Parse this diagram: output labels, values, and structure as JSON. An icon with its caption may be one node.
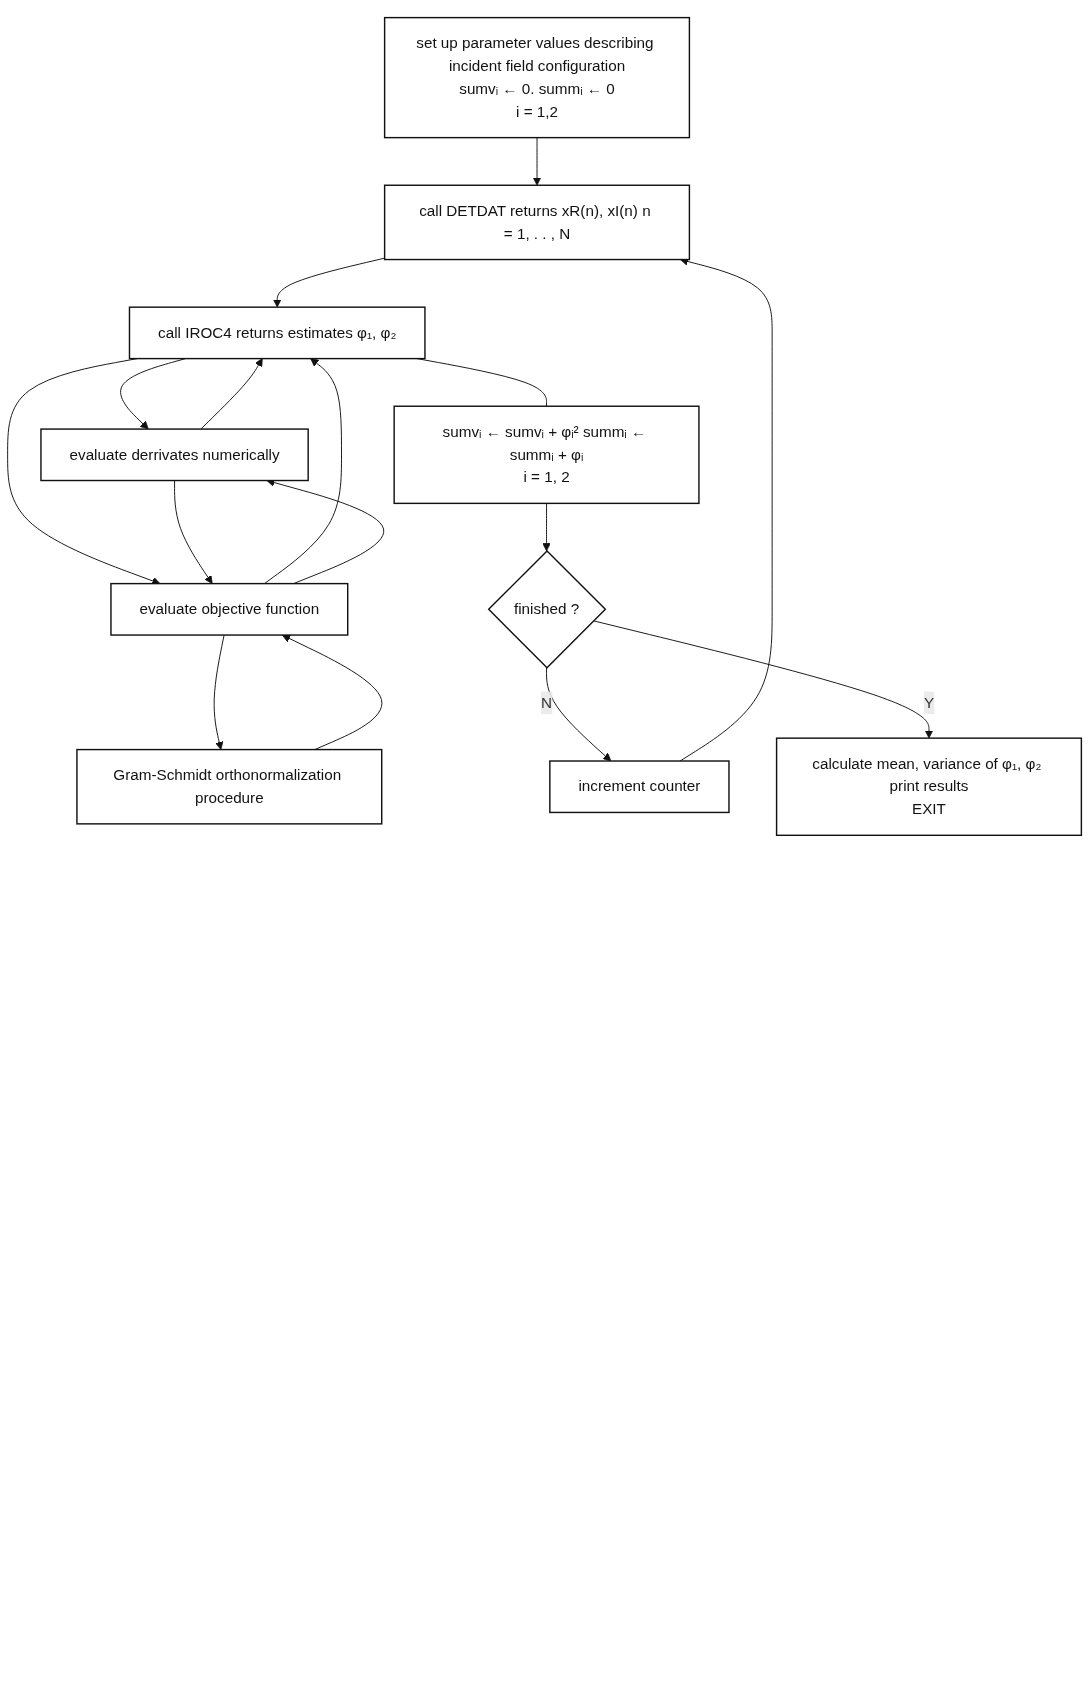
{
  "diagram": {
    "nodes": [
      {
        "text": [
          "set up parameter values describing incident field configuration",
          "sumvᵢ ← 0. summᵢ ← 0",
          "i = 1,2"
        ]
      },
      {
        "text": [
          "call DETDAT returns xR(n), xI(n) n = 1, . . , N"
        ]
      },
      {
        "text": [
          "call IROC4 returns estimates φ₁, φ₂"
        ]
      },
      {
        "text": [
          "evaluate derrivates numerically"
        ]
      },
      {
        "text": [
          "evaluate objective function"
        ]
      },
      {
        "text": [
          "sumvᵢ ← sumvᵢ + φᵢ² summᵢ ← summᵢ + φᵢ",
          "i = 1, 2"
        ]
      },
      {
        "text": [
          "Gram-Schmidt orthonormalization procedure"
        ]
      },
      {
        "text": [
          "finished ?"
        ]
      },
      {
        "text": [
          "increment counter"
        ]
      },
      {
        "text": [
          "calculate mean, variance of φ₁, φ₂ print results",
          "EXIT"
        ]
      }
    ],
    "edges": [
      {
        "from": 0,
        "to": 1,
        "arrow": "to"
      },
      {
        "from": 8,
        "to": 1,
        "arrow": "to"
      },
      {
        "from": 1,
        "to": 2,
        "arrow": "to"
      },
      {
        "from": 2,
        "to": 3,
        "arrow": "to"
      },
      {
        "from": 3,
        "to": 2,
        "arrow": "to"
      },
      {
        "from": 2,
        "to": 4,
        "arrow": "to"
      },
      {
        "from": 4,
        "to": 2,
        "arrow": "to"
      },
      {
        "from": 3,
        "to": 4,
        "arrow": "to"
      },
      {
        "from": 4,
        "to": 3,
        "arrow": "to"
      },
      {
        "from": 4,
        "to": 6,
        "arrow": "to"
      },
      {
        "from": 6,
        "to": 4,
        "arrow": "to"
      },
      {
        "from": 2,
        "to": 5,
        "arrow": "none"
      },
      {
        "from": 5,
        "to": 7,
        "arrow": "to"
      },
      {
        "from": 7,
        "to": 8,
        "label": "N",
        "arrow": "to"
      },
      {
        "from": 7,
        "to": 9,
        "label": "Y",
        "arrow": "to"
      }
    ]
  }
}
